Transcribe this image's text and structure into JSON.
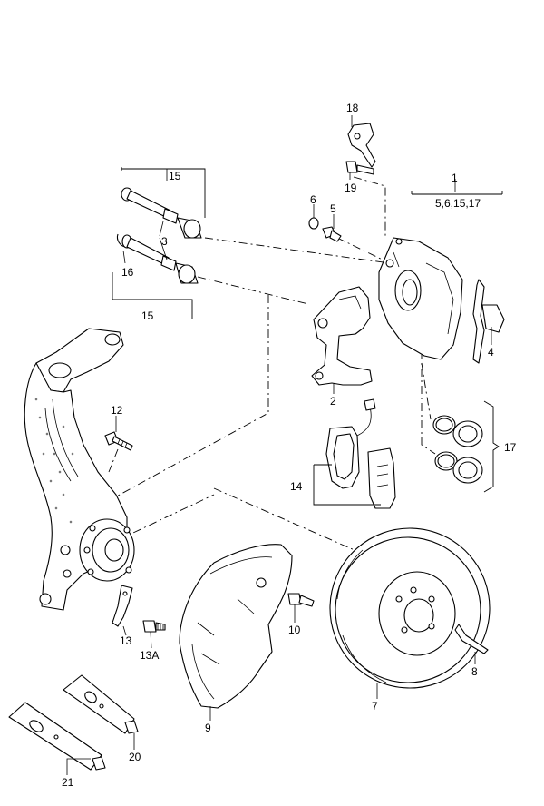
{
  "callouts": {
    "c1": "1",
    "c1_sub": "5,6,15,17",
    "c2": "2",
    "c3": "3",
    "c4": "4",
    "c5": "5",
    "c6": "6",
    "c7": "7",
    "c8": "8",
    "c9": "9",
    "c10": "10",
    "c12": "12",
    "c13": "13",
    "c13a": "13A",
    "c14": "14",
    "c15a": "15",
    "c15b": "15",
    "c16": "16",
    "c17": "17",
    "c18": "18",
    "c19": "19",
    "c20": "20",
    "c21": "21"
  }
}
